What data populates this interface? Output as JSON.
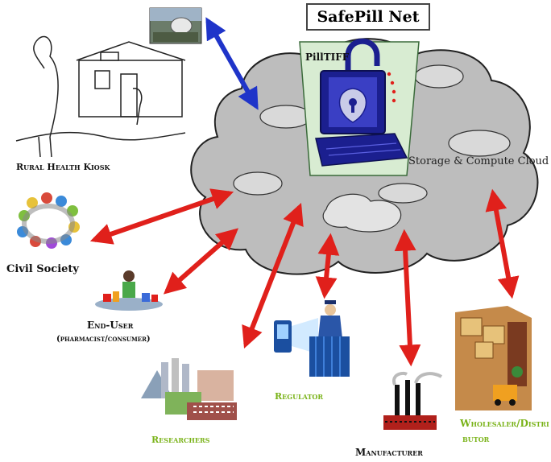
{
  "title": "SafePill Net",
  "cloud_label": "Storage & Compute Cloud",
  "logo_text": "PillTIFF",
  "nodes": {
    "rural_health_kiosk": "Rural Health Kiosk",
    "civil_society": "Civil Society",
    "end_user": "End-User",
    "end_user_sub": "(pharmacist/consumer)",
    "regulator": "Regulator",
    "researchers": "Researchers",
    "manufacturer": "Manufacturer",
    "wholesaler_line1": "Wholesaler/Distri",
    "wholesaler_line2": "butor"
  },
  "colors": {
    "cloud": "#b9b9b9",
    "cloud_outline": "#222222",
    "red_arrow": "#e0201b",
    "blue_arrow": "#1f34c9",
    "label_green": "#7ab319",
    "screen_panel": "#d8ecd2",
    "computer_navy": "#1b1f8f"
  }
}
